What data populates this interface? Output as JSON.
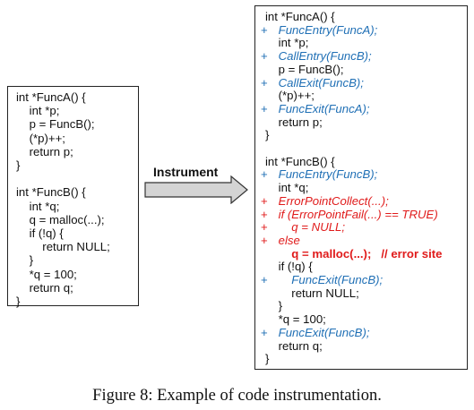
{
  "left_code": [
    "int *FuncA() {",
    "    int *p;",
    "    p = FuncB();",
    "    (*p)++;",
    "    return p;",
    "}",
    "",
    "int *FuncB() {",
    "    int *q;",
    "    q = malloc(...);",
    "    if (!q) {",
    "        return NULL;",
    "    }",
    "    *q = 100;",
    "    return q;",
    "}"
  ],
  "right_code": [
    {
      "marker": "",
      "text": "int *FuncA() {",
      "style": "black"
    },
    {
      "marker": "+",
      "text": "    FuncEntry(FuncA);",
      "style": "blue"
    },
    {
      "marker": "",
      "text": "    int *p;",
      "style": "black"
    },
    {
      "marker": "+",
      "text": "    CallEntry(FuncB);",
      "style": "blue"
    },
    {
      "marker": "",
      "text": "    p = FuncB();",
      "style": "black"
    },
    {
      "marker": "+",
      "text": "    CallExit(FuncB);",
      "style": "blue"
    },
    {
      "marker": "",
      "text": "    (*p)++;",
      "style": "black"
    },
    {
      "marker": "+",
      "text": "    FuncExit(FuncA);",
      "style": "blue"
    },
    {
      "marker": "",
      "text": "    return p;",
      "style": "black"
    },
    {
      "marker": "",
      "text": "}",
      "style": "black"
    },
    {
      "marker": "",
      "text": "",
      "style": "black"
    },
    {
      "marker": "",
      "text": "int *FuncB() {",
      "style": "black"
    },
    {
      "marker": "+",
      "text": "    FuncEntry(FuncB);",
      "style": "blue"
    },
    {
      "marker": "",
      "text": "    int *q;",
      "style": "black"
    },
    {
      "marker": "+",
      "text": "    ErrorPointCollect(...);",
      "style": "red"
    },
    {
      "marker": "+",
      "text": "    if (ErrorPointFail(...) == TRUE)",
      "style": "red"
    },
    {
      "marker": "+",
      "text": "        q = NULL;",
      "style": "red"
    },
    {
      "marker": "+",
      "text": "    else",
      "style": "red"
    },
    {
      "marker": "",
      "text": "        q = malloc(...);   // error site",
      "style": "red-bold"
    },
    {
      "marker": "",
      "text": "    if (!q) {",
      "style": "black"
    },
    {
      "marker": "+",
      "text": "        FuncExit(FuncB);",
      "style": "blue"
    },
    {
      "marker": "",
      "text": "        return NULL;",
      "style": "black"
    },
    {
      "marker": "",
      "text": "    }",
      "style": "black"
    },
    {
      "marker": "",
      "text": "    *q = 100;",
      "style": "black"
    },
    {
      "marker": "+",
      "text": "    FuncExit(FuncB);",
      "style": "blue"
    },
    {
      "marker": "",
      "text": "    return q;",
      "style": "black"
    },
    {
      "marker": "",
      "text": "}",
      "style": "black"
    }
  ],
  "arrow_label": "Instrument",
  "caption": "Figure 8: Example of code instrumentation.",
  "colors": {
    "instrument_blue": "#1f6fb5",
    "error_red": "#e01b1b",
    "arrow_fill": "#d4d4d4"
  }
}
